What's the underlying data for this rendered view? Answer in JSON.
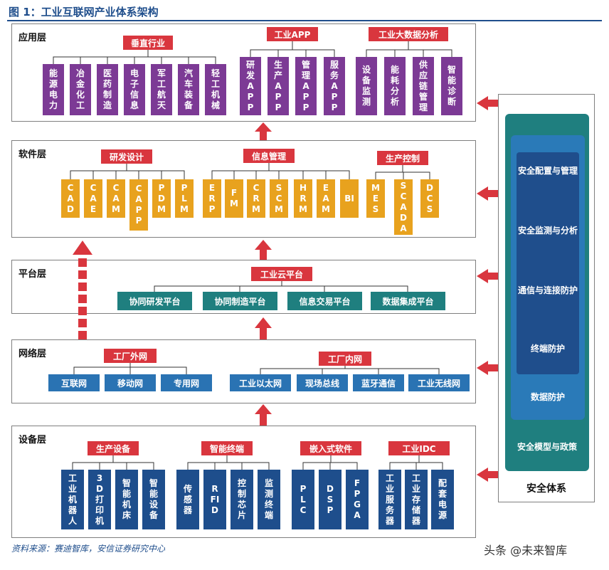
{
  "title": "图 1：工业互联网产业体系架构",
  "source": "资料来源：赛迪智库，安信证券研究中心",
  "watermark": "头条 @未来智库",
  "colors": {
    "red": "#d9363e",
    "purple": "#7c3a95",
    "orange": "#e8a21e",
    "blue": "#1e4e8c",
    "teal": "#1f7f7f",
    "net_blue": "#2a73b3"
  },
  "layers": {
    "application": {
      "name": "应用层",
      "groups": [
        {
          "label": "垂直行业",
          "items": [
            "能源电力",
            "冶金化工",
            "医药制造",
            "电子信息",
            "军工航天",
            "汽车装备",
            "轻工机械"
          ]
        },
        {
          "label": "工业APP",
          "items": [
            "研发APP",
            "生产APP",
            "管理APP",
            "服务APP"
          ]
        },
        {
          "label": "工业大数据分析",
          "items": [
            "设备监测",
            "能耗分析",
            "供应链管理",
            "智能诊断"
          ]
        }
      ]
    },
    "software": {
      "name": "软件层",
      "groups": [
        {
          "label": "研发设计",
          "items": [
            "CAD",
            "CAE",
            "CAM",
            "CAPP",
            "PDM",
            "PLM"
          ]
        },
        {
          "label": "信息管理",
          "items": [
            "ERP",
            "FM",
            "CRM",
            "SCM",
            "HRM",
            "EAM",
            "BI"
          ]
        },
        {
          "label": "生产控制",
          "items": [
            "MES",
            "SCADA",
            "DCS"
          ]
        }
      ]
    },
    "platform": {
      "name": "平台层",
      "group_label": "工业云平台",
      "items": [
        "协同研发平台",
        "协同制造平台",
        "信息交易平台",
        "数据集成平台"
      ]
    },
    "network": {
      "name": "网络层",
      "groups": [
        {
          "label": "工厂外网",
          "items": [
            "互联网",
            "移动网",
            "专用网"
          ]
        },
        {
          "label": "工厂内网",
          "items": [
            "工业以太网",
            "现场总线",
            "蓝牙通信",
            "工业无线网"
          ]
        }
      ]
    },
    "device": {
      "name": "设备层",
      "groups": [
        {
          "label": "生产设备",
          "items": [
            "工业机器人",
            "3D打印机",
            "智能机床",
            "智能设备"
          ]
        },
        {
          "label": "智能终端",
          "items": [
            "传感器",
            "RFID",
            "控制芯片",
            "监测终端"
          ]
        },
        {
          "label": "嵌入式软件",
          "items": [
            "PLC",
            "DSP",
            "FPGA"
          ]
        },
        {
          "label": "工业IDC",
          "items": [
            "工业服务器",
            "工业存储器",
            "配套电源"
          ]
        }
      ]
    }
  },
  "security": {
    "name": "安全体系",
    "model": "安全模型与政策",
    "data_protection": "数据防护",
    "items": [
      "安全配置与管理",
      "安全监测与分析",
      "通信与连接防护",
      "终端防护"
    ]
  }
}
